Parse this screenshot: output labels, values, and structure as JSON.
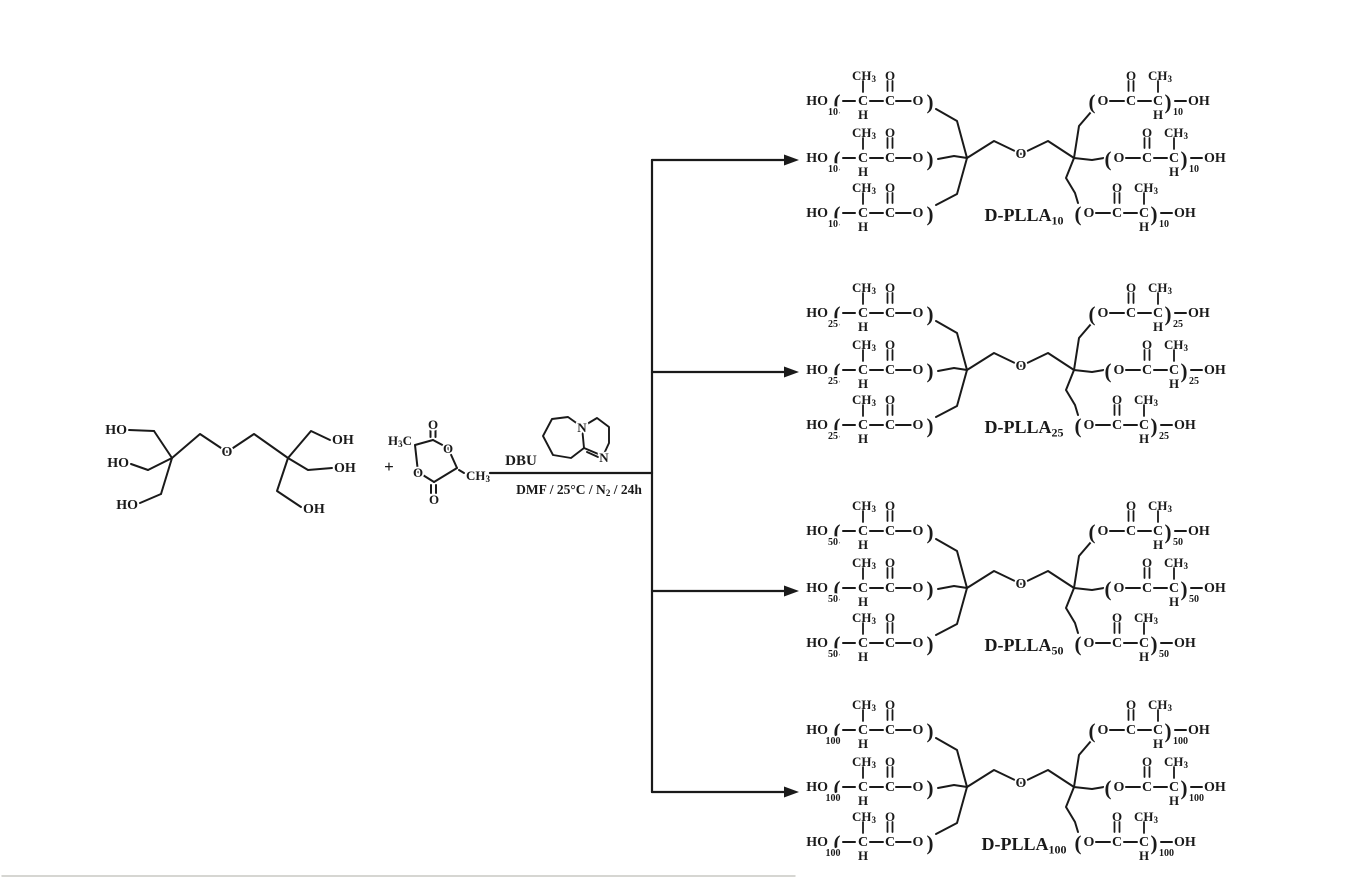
{
  "colors": {
    "ink": "#1a1a1a",
    "background": "#ffffff"
  },
  "scheme": {
    "reactant_polyol": {
      "ho_labels": [
        "HO",
        "HO",
        "HO"
      ],
      "ether_oxygen": "O",
      "oh_labels": [
        "OH",
        "OH",
        "OH"
      ]
    },
    "plus_sign": "+",
    "reactant_lactide": {
      "methyl_top_left": "H3C",
      "methyl_bottom_right": "CH3",
      "ring_oxygen_top": "O",
      "ring_oxygen_bottom": "O",
      "carbonyl_oxygen_top": "O",
      "carbonyl_oxygen_bottom": "O"
    },
    "conditions": {
      "catalyst_label": "DBU",
      "conditions_line": "DMF /  25°C / N2 / 24h"
    },
    "dbu_structure": {
      "nitrogen_labels": [
        "N",
        "N"
      ]
    },
    "repeat_unit_atoms": {
      "hydroxyl_left": "HO",
      "hydroxyl_right": "OH",
      "methyl": "CH3",
      "carbon": "C",
      "hydrogen": "H",
      "oxygen": "O",
      "open_paren": "(",
      "close_paren": ")"
    },
    "core_atoms": {
      "ether_oxygen": "O"
    },
    "products": [
      {
        "degree": "10",
        "label": "D-PLLA10"
      },
      {
        "degree": "25",
        "label": "D-PLLA25"
      },
      {
        "degree": "50",
        "label": "D-PLLA50"
      },
      {
        "degree": "100",
        "label": "D-PLLA100"
      }
    ]
  }
}
